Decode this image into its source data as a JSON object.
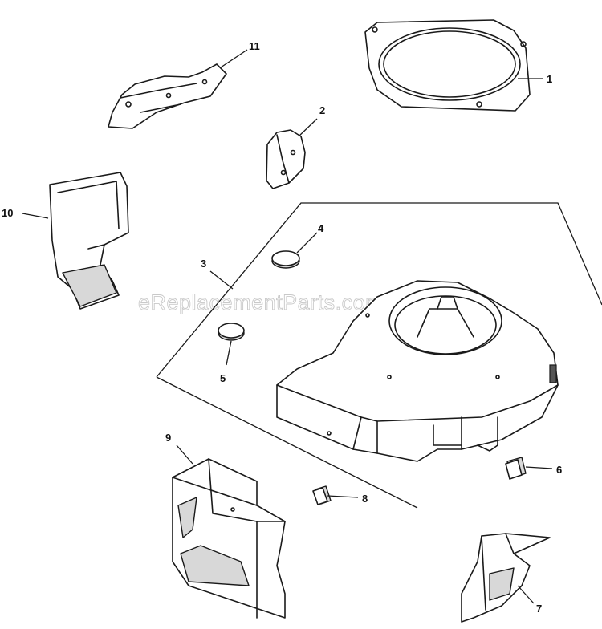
{
  "watermark": "eReplacementParts.com",
  "callouts": {
    "p1": "1",
    "p2": "2",
    "p3": "3",
    "p4": "4",
    "p5": "5",
    "p6": "6",
    "p7": "7",
    "p8": "8",
    "p9": "9",
    "p10": "10",
    "p11": "11"
  }
}
